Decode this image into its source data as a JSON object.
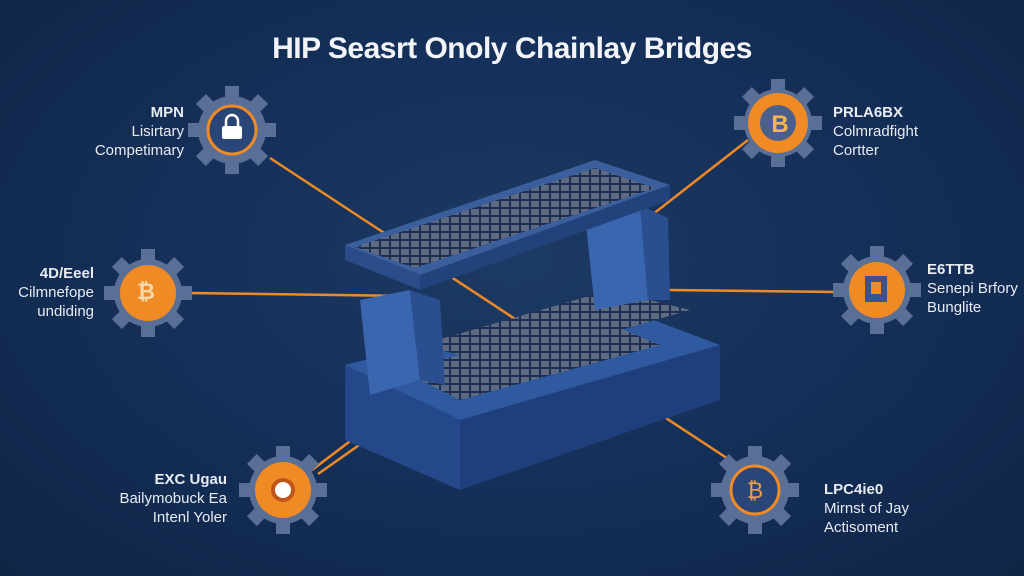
{
  "title": "HIP Seasrt Onoly Chainlay Bridges",
  "colors": {
    "background": "#15305a",
    "accent": "#f08a24",
    "gear": "#5a6f96",
    "bridge": "#2f5aa0"
  },
  "nodes": [
    {
      "id": "top-left",
      "heading": "MPN",
      "line1": "Lisirtary",
      "line2": "Competimary",
      "icon": "lock-icon"
    },
    {
      "id": "mid-left",
      "heading": "4D/Eeel",
      "line1": "Cilmnefope",
      "line2": "undiding",
      "icon": "bitcoin-icon"
    },
    {
      "id": "bottom-left",
      "heading": "EXC Ugau",
      "line1": "Bailymobuck Ea",
      "line2": "Intenl Yoler",
      "icon": "gear-icon"
    },
    {
      "id": "top-right",
      "heading": "PRLA6BX",
      "line1": "Colmradfight",
      "line2": "Cortter",
      "icon": "bitcoin-icon"
    },
    {
      "id": "mid-right",
      "heading": "E6TTB",
      "line1": "Senepi Brfory",
      "line2": "Bunglite",
      "icon": "device-icon"
    },
    {
      "id": "bottom-right",
      "heading": "LPC4ie0",
      "line1": "Mirnst of Jay",
      "line2": "Actisoment",
      "icon": "bitcoin-icon"
    }
  ]
}
